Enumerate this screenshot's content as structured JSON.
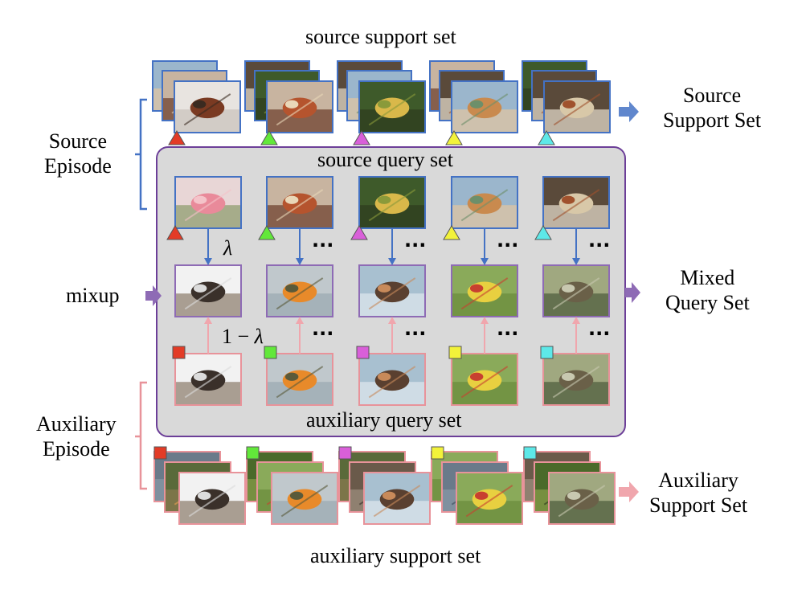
{
  "labels": {
    "top_title": "source support set",
    "source_query_set": "source query set",
    "auxiliary_query_set": "auxiliary query set",
    "bottom_title": "auxiliary support set",
    "source_episode_line1": "Source",
    "source_episode_line2": "Episode",
    "mixup": "mixup",
    "auxiliary_episode_line1": "Auxiliary",
    "auxiliary_episode_line2": "Episode",
    "out_source_line1": "Source",
    "out_source_line2": "Support Set",
    "out_mixed_line1": "Mixed",
    "out_mixed_line2": "Query Set",
    "out_aux_line1": "Auxiliary",
    "out_aux_line2": "Support Set",
    "lambda": "λ",
    "one_minus_lambda_prefix": "1 − ",
    "one_minus_lambda_symbol": "λ",
    "ellipsis": "..."
  },
  "colors": {
    "source_border": "#4472c4",
    "mixed_border": "#8e6bb5",
    "aux_border": "#e8939a",
    "panel_fill": "#d9d9d9",
    "panel_border": "#6c3f98",
    "bracket_source": "#4472c4",
    "bracket_aux": "#e8939a",
    "arrow_source": "#4472c4",
    "arrow_mixed": "#8e6bb5",
    "arrow_aux": "#f0a6ad",
    "class_markers": [
      "#e33b26",
      "#62e83a",
      "#d95fd9",
      "#f2f23a",
      "#5de8e8"
    ]
  },
  "classes": [
    {
      "source_image": "beetle",
      "aux_image": "albatross"
    },
    {
      "source_image": "hotdog",
      "aux_image": "warbler"
    },
    {
      "source_image": "corn",
      "aux_image": "sparrow"
    },
    {
      "source_image": "cliff",
      "aux_image": "goldfinch"
    },
    {
      "source_image": "carousel",
      "aux_image": "thrush"
    }
  ]
}
